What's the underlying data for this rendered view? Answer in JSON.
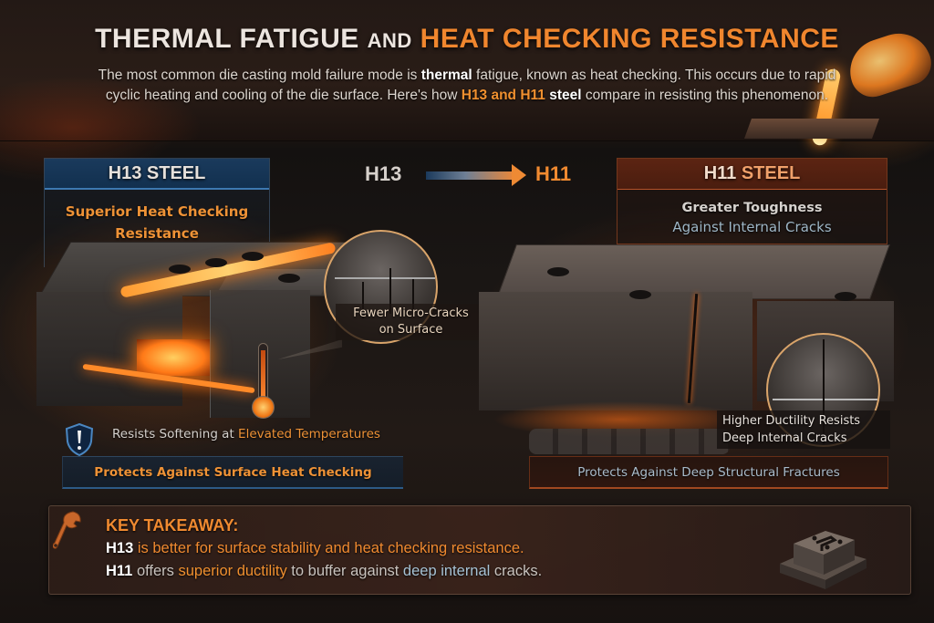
{
  "header": {
    "title_part1": "THERMAL FATIGUE",
    "title_and": "AND",
    "title_part2": "HEAT CHECKING RESISTANCE",
    "intro_1": "The most common die casting mold failure mode is ",
    "intro_bold": "thermal",
    "intro_2": " fatigue, known as heat checking. This occurs due to rapid cyclic heating and cooling of the die surface. Here's how ",
    "intro_orange": "H13 and H11",
    "intro_bold2": " steel",
    "intro_3": " compare in resisting this phenomenon."
  },
  "comparison_arrow": {
    "from": "H13",
    "to": "H11"
  },
  "h13": {
    "title": "H13 STEEL",
    "subtitle_line1": "Superior Heat Checking",
    "subtitle_line2": "Resistance",
    "callout_line1": "Fewer Micro-Cracks",
    "callout_line2": "on Surface",
    "feature_text": "Resists Softening at ",
    "feature_highlight": "Elevated Temperatures",
    "protects": "Protects Against Surface Heat Checking",
    "icons": {
      "thermometer": "thermometer-icon",
      "shield": "shield-alert-icon"
    }
  },
  "h11": {
    "title_part1": "H11",
    "title_part2": "STEEL",
    "subtitle_line1": "Greater Toughness",
    "subtitle_line2": "Against Internal Cracks",
    "callout_line1": "Higher Ductility Resists",
    "callout_line2": "Deep Internal Cracks",
    "protects": "Protects Against Deep Structural Fractures"
  },
  "takeaway": {
    "title": "KEY TAKEAWAY:",
    "line1_strong": "H13",
    "line1_rest": " is better for surface stability and heat checking resistance.",
    "line2_strong": "H11",
    "line2_a": " offers ",
    "line2_orange": "superior ductility",
    "line2_b": " to buffer against ",
    "line2_blue": "deep internal",
    "line2_c": " cracks.",
    "icon": "wrench-icon"
  },
  "colors": {
    "accent_orange": "#f08a30",
    "h13_blue": "#1a3a5c",
    "h11_red": "#5c2412",
    "steel_blue_text": "#a6c2d4"
  }
}
